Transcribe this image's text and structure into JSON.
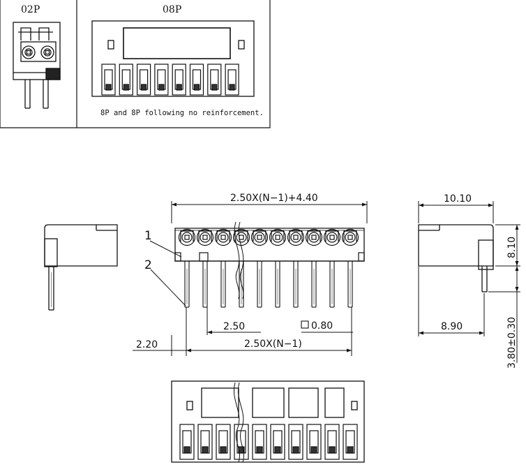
{
  "labels": {
    "p02": "02P",
    "p08": "08P",
    "note": "8P and 8P following no reinforcement.",
    "callout_1": "1",
    "callout_2": "2",
    "dim_total_width": "2.50X(N−1)+4.40",
    "dim_pitch": "2.50",
    "dim_pin_square": "0.80",
    "dim_edge_offset": "2.20",
    "dim_pitch_span": "2.50X(N−1)",
    "dim_depth": "10.10",
    "dim_height": "8.10",
    "dim_pin_length": "3.80±0.30",
    "dim_foot_depth": "8.90"
  },
  "colors": {
    "line": "#111111",
    "background": "#ffffff"
  }
}
